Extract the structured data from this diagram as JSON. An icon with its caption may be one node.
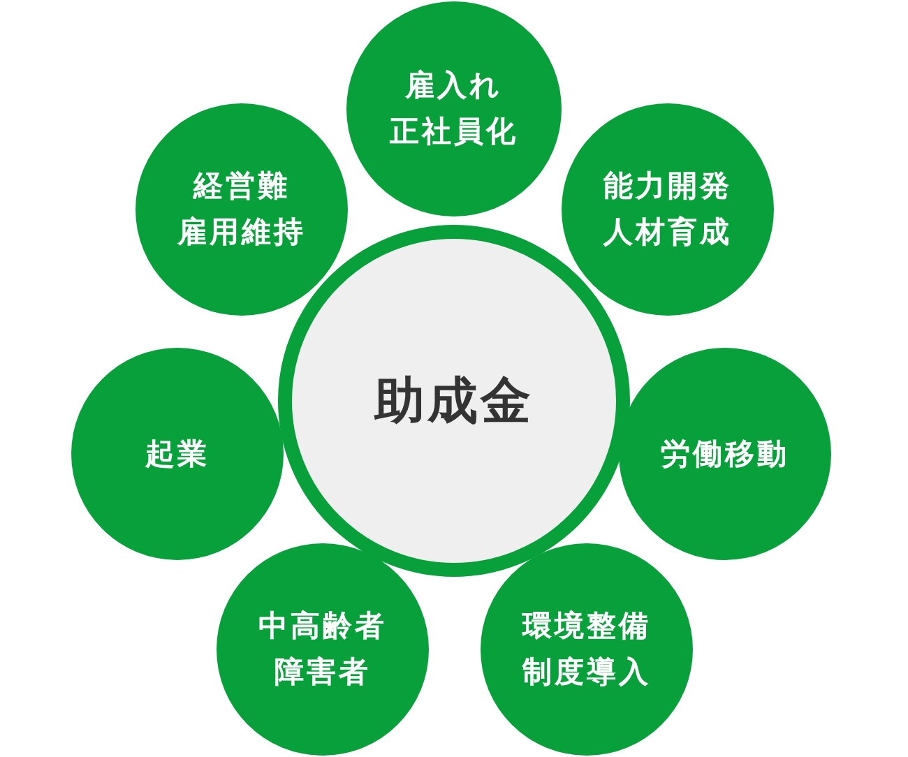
{
  "diagram": {
    "nodes": [
      {
        "text": [
          "助成金"
        ]
      },
      {
        "text": [
          "雇入れ",
          "正社員化"
        ]
      },
      {
        "text": [
          "能力開発",
          "人材育成"
        ]
      },
      {
        "text": [
          "労働移動"
        ]
      },
      {
        "text": [
          "環境整備",
          "制度導入"
        ]
      },
      {
        "text": [
          "中高齢者",
          "障害者"
        ]
      },
      {
        "text": [
          "起業"
        ]
      },
      {
        "text": [
          "経営難",
          "雇用維持"
        ]
      }
    ]
  }
}
